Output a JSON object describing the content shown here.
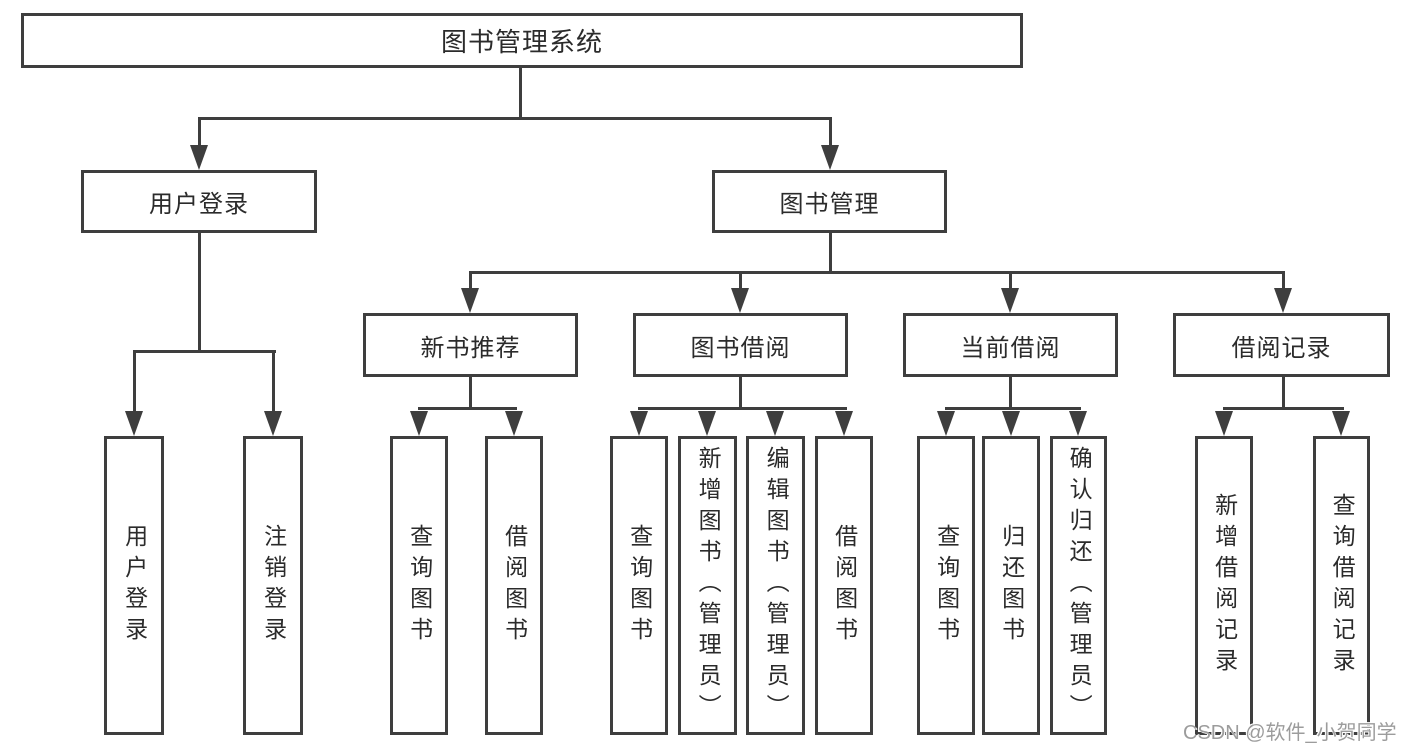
{
  "diagram": {
    "root": "图书管理系统",
    "branches": {
      "user_login": "用户登录",
      "book_mgmt": "图书管理"
    },
    "modules": {
      "new_recommend": "新书推荐",
      "book_borrow": "图书借阅",
      "current_borrow": "当前借阅",
      "borrow_records": "借阅记录"
    },
    "leaves": {
      "login": [
        "用户登录",
        "注销登录"
      ],
      "new_recommend": [
        "查询图书",
        "借阅图书"
      ],
      "book_borrow": [
        "查询图书",
        "新增图书（管理员）",
        "编辑图书（管理员）",
        "借阅图书"
      ],
      "current_borrow": [
        "查询图书",
        "归还图书",
        "确认归还（管理员）"
      ],
      "borrow_records": [
        "新增借阅记录",
        "查询借阅记录"
      ]
    }
  },
  "watermark": "CSDN @软件_小贺同学",
  "colors": {
    "line": "#3e3e3e",
    "text": "#2b2b2b",
    "watermark": "#9c9c9c",
    "background": "#ffffff"
  }
}
